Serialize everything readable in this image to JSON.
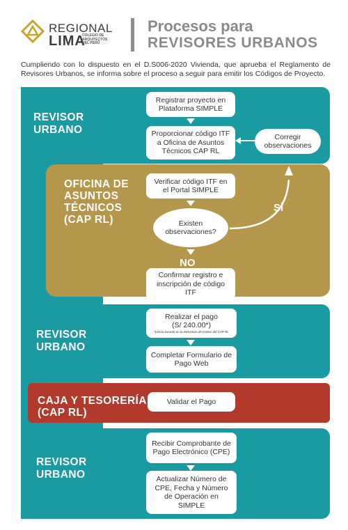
{
  "header": {
    "brand_line1": "REGIONAL",
    "brand_line2": "LIMA",
    "brand_sub": "COLEGIO DE ARQUITECTOS DEL PERÚ",
    "title_line1": "Procesos para",
    "title_line2": "REVISORES URBANOS"
  },
  "intro": "Cumpliendo con lo dispuesto en el D.S006-2020 Vivienda, que aprueba el Reglamento de Revisores Urbanos, se informa sobre el proceso a seguir para emitir los Códigos de Proyecto.",
  "sections": {
    "revisor1": "REVISOR URBANO",
    "ocat_line1": "OFICINA DE",
    "ocat_line2": "ASUNTOS",
    "ocat_line3": "TÉCNICOS",
    "ocat_line4": "(CAP RL)",
    "revisor2": "REVISOR URBANO",
    "caja_line1": "CAJA Y TESORERÍA",
    "caja_line2": "(CAP RL)",
    "revisor3": "REVISOR URBANO"
  },
  "steps": {
    "s1": "Registrar proyecto en Plataforma SIMPLE",
    "s2": "Proporcionar código ITF a Oficina de Asuntos Técnicos CAP RL",
    "corregir": "Corregir observaciones",
    "s3": "Verificar código ITF en el Portal SIMPLE",
    "decision": "Existen observaciones?",
    "yes": "SÍ",
    "no": "NO",
    "s4": "Confirmar registro e inscripción de código ITF",
    "s5": "Realizar el pago",
    "s5_amount": "(S/ 240.00*)",
    "s5_note": "*precio basado en la estructura de costos del CAP RL",
    "s6": "Completar Formulario de Pago Web",
    "s7": "Validar el Pago",
    "s8": "Recibir Comprobante de Pago Electrónico (CPE)",
    "s9": "Actualizar Número de CPE, Fecha y Número de Operación en SIMPLE"
  },
  "colors": {
    "teal": "#1a9ba1",
    "gold": "#b5974b",
    "red": "#b23a2c",
    "grey_title": "#8a8a8a"
  }
}
